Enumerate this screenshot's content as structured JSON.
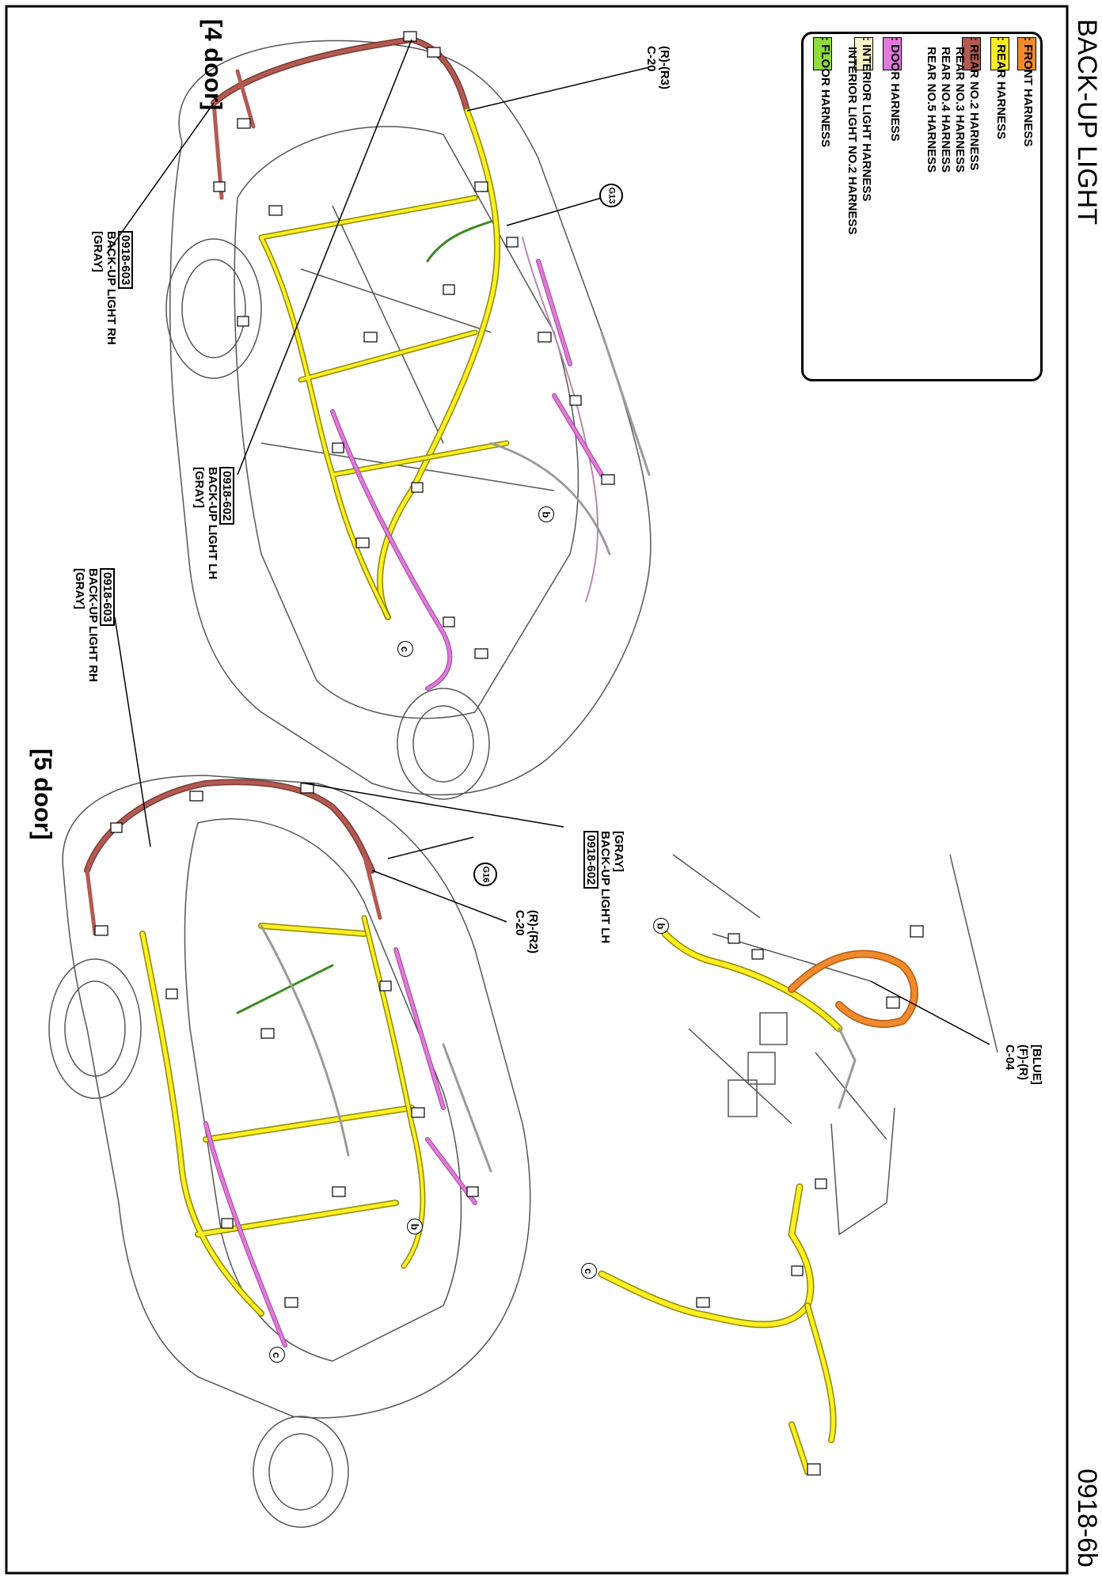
{
  "sheet": {
    "title": "BACK-UP LIGHT",
    "number": "0918-6b"
  },
  "views": {
    "four_door": "[4 door]",
    "five_door": "[5 door]"
  },
  "legend": {
    "items": [
      {
        "label": ": FRONT HARNESS",
        "color": "#f08a2c"
      },
      {
        "label": ": REAR HARNESS",
        "color": "#ffee22"
      },
      {
        "label": ": REAR NO.2 HARNESS",
        "color": "#b35a52"
      },
      {
        "label": "REAR NO.3 HARNESS",
        "color": ""
      },
      {
        "label": "REAR NO.4 HARNESS",
        "color": ""
      },
      {
        "label": "REAR NO.5 HARNESS",
        "color": ""
      },
      {
        "label": ": DOOR HARNESS",
        "color": "#e07ad8"
      },
      {
        "label": ": INTERIOR LIGHT HARNESS",
        "color": "#fbf6c8"
      },
      {
        "label": "INTERIOR LIGHT NO.2 HARNESS",
        "color": ""
      },
      {
        "label": ": FLOOR HARNESS",
        "color": "#8fdc3a"
      }
    ]
  },
  "connectors": {
    "c20_4door": {
      "line1": "(R)-(R3)",
      "line2": "C-20"
    },
    "rh_4door": {
      "code": "0918-603",
      "name": "BACK-UP LIGHT RH",
      "color": "[GRAY]"
    },
    "lh_4door": {
      "code": "0918-602",
      "name": "BACK-UP LIGHT LH",
      "color": "[GRAY]"
    },
    "rh_5door": {
      "code": "0918-603",
      "name": "BACK-UP LIGHT RH",
      "color": "[GRAY]"
    },
    "lh_5door": {
      "code": "0918-602",
      "name": "BACK-UP LIGHT LH",
      "color": "[GRAY]"
    },
    "c20_5door": {
      "line1": "(R)-(R2)",
      "line2": "C-20"
    },
    "c04": {
      "line1": "[BLUE]",
      "line2": "(F)-(R)",
      "line3": "C-04"
    }
  },
  "grounds": {
    "g13": "G13",
    "g16": "G16"
  },
  "junctions": {
    "b": "b",
    "c": "c"
  }
}
